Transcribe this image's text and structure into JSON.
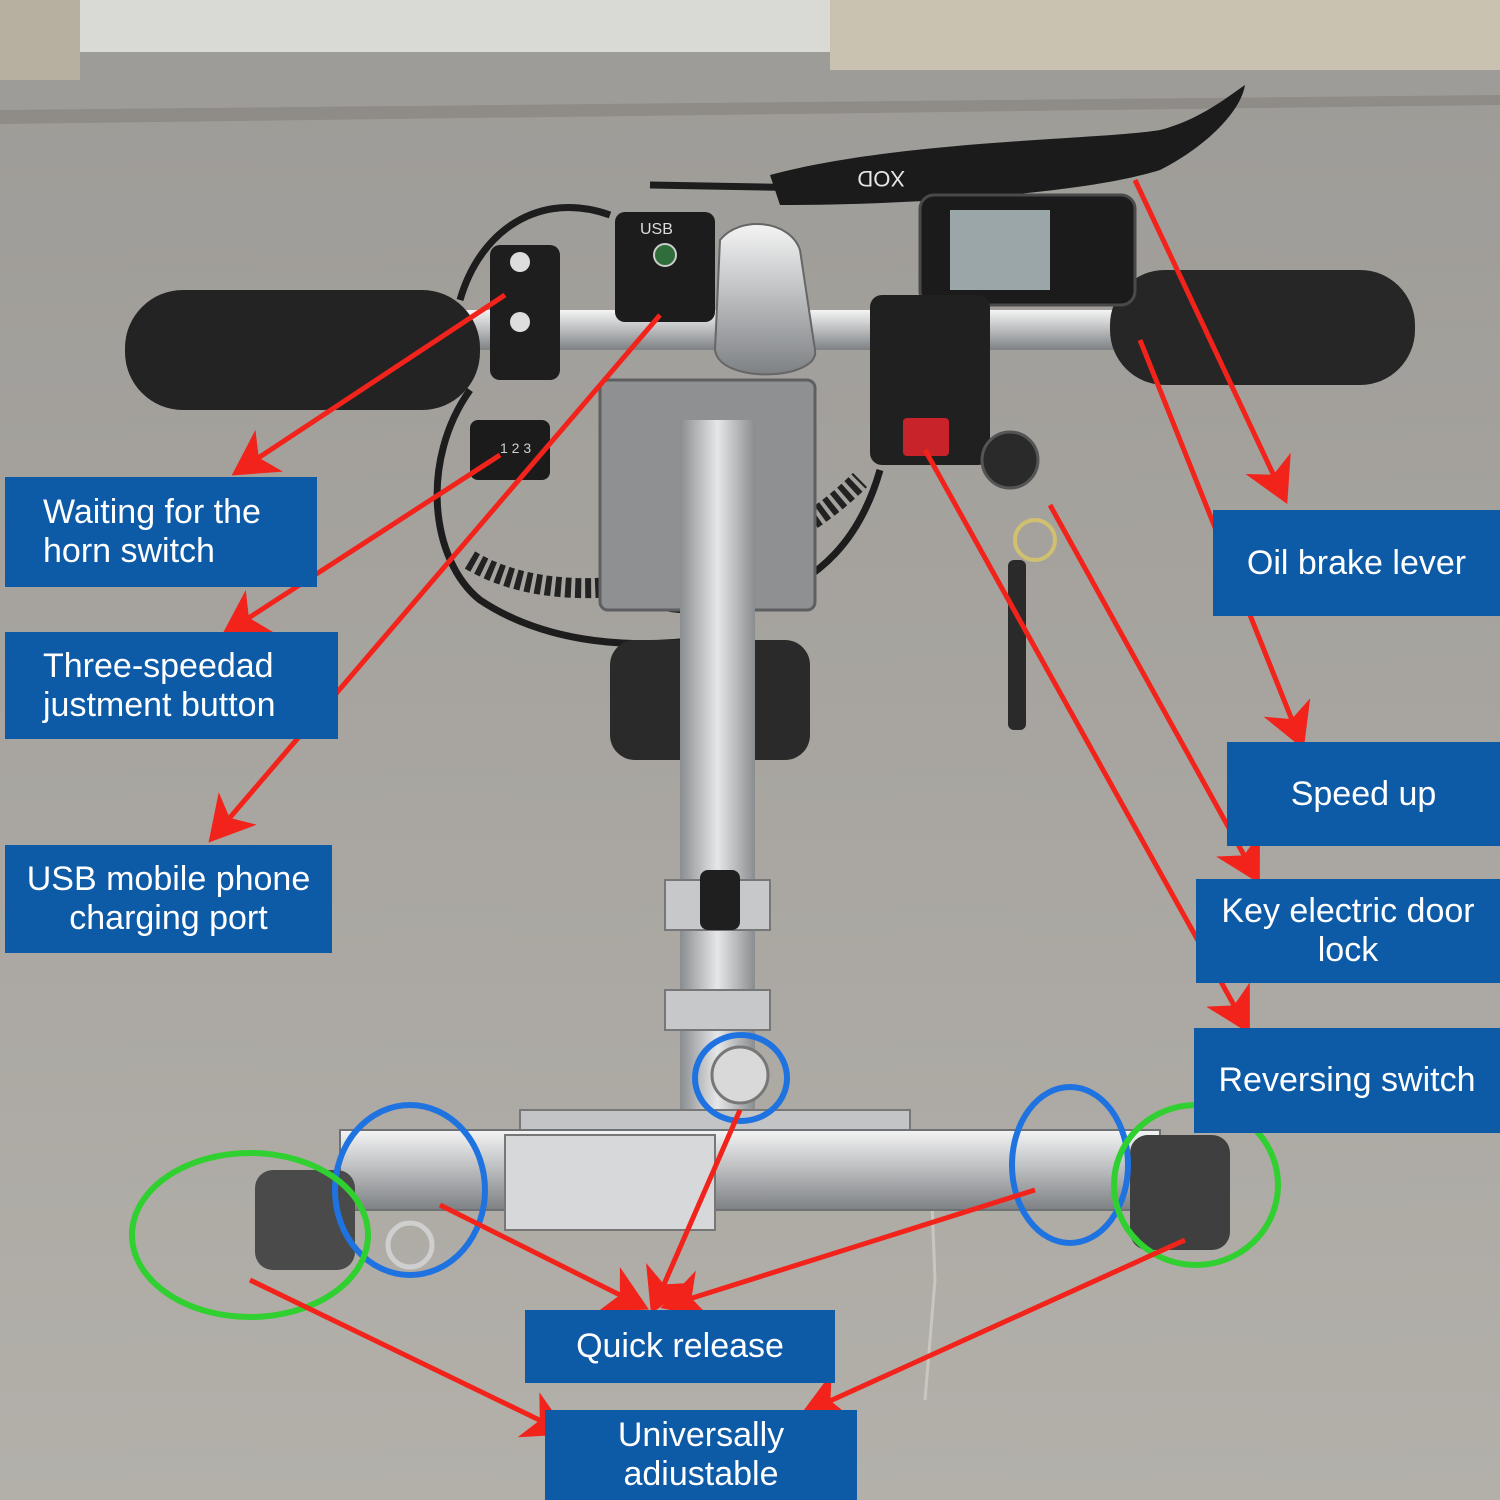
{
  "callouts": {
    "horn_switch": "Waiting for the\nhorn switch",
    "three_speed": "Three-speedad\njustment button",
    "usb_port": "USB mobile phone\ncharging port",
    "oil_brake": "Oil brake lever",
    "speed_up": "Speed up",
    "key_lock": "Key electric door\nlock",
    "reversing": "Reversing switch",
    "quick_release": "Quick release",
    "universal": "Universally\nadiustable"
  },
  "device_text": {
    "brake_brand": "XOD",
    "usb_module": "USB",
    "gear_indicator": "1 2 3"
  },
  "colors": {
    "label_bg": "#0d5aa7",
    "label_text": "#ffffff",
    "arrow": "#f2231b",
    "circle_blue": "#1f73e0",
    "circle_green": "#2fd02f"
  }
}
